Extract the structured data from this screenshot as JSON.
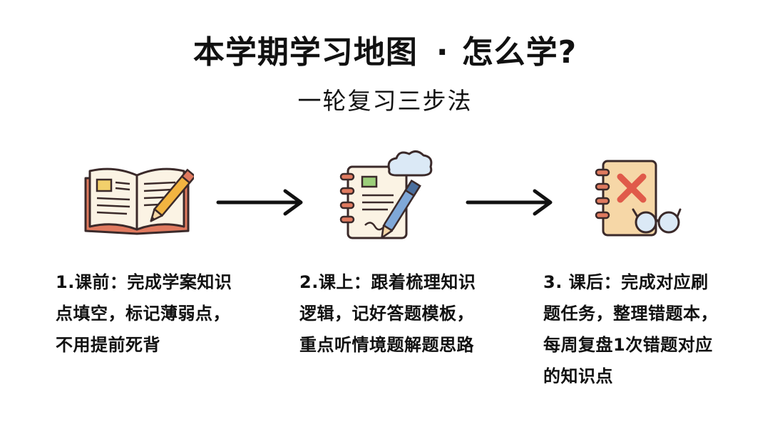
{
  "title": {
    "main": "本学期学习地图",
    "dot": "·",
    "question": "怎么学?"
  },
  "subtitle": "一轮复习三步法",
  "steps": [
    {
      "text": "1.课前：完成学案知识点填空，标记薄弱点，不用提前死背"
    },
    {
      "text": "2.课上：跟着梳理知识逻辑，记好答题模板，重点听情境题解题思路"
    },
    {
      "text": "3. 课后：完成对应刷题任务，整理错题本，每周复盘1次错题对应的知识点"
    }
  ],
  "icons": [
    "open-book-pencil-icon",
    "notebook-pen-icon",
    "notebook-x-glasses-icon"
  ]
}
